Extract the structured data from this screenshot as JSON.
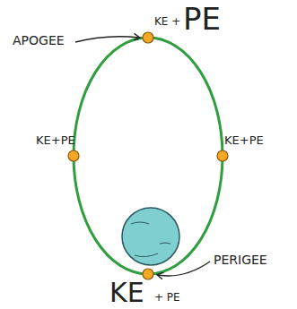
{
  "diagram": {
    "labels": [
      "APOGEE",
      "KE +",
      "PE",
      "KE+PE",
      "KE+PE",
      "PERIGEE",
      "KE",
      "+ PE"
    ]
  }
}
